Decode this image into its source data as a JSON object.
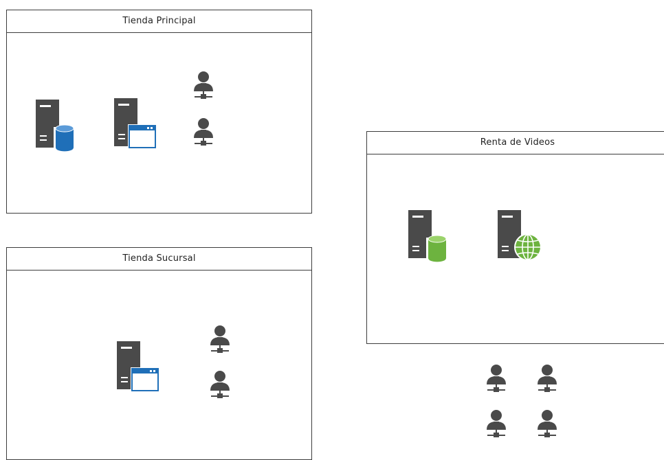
{
  "boxes": {
    "principal": {
      "title": "Tienda Principal"
    },
    "sucursal": {
      "title": "Tienda Sucursal"
    },
    "renta": {
      "title": "Renta de Videos"
    }
  },
  "colors": {
    "server": "#4a4a4a",
    "blue_accent": "#1f6fb8",
    "green_accent": "#6db33f",
    "user": "#4a4a4a",
    "border": "#3c3c3c"
  },
  "icons": {
    "db_server": "database-server-icon",
    "app_server": "application-server-icon",
    "web_server": "web-server-icon",
    "user": "network-user-icon"
  }
}
